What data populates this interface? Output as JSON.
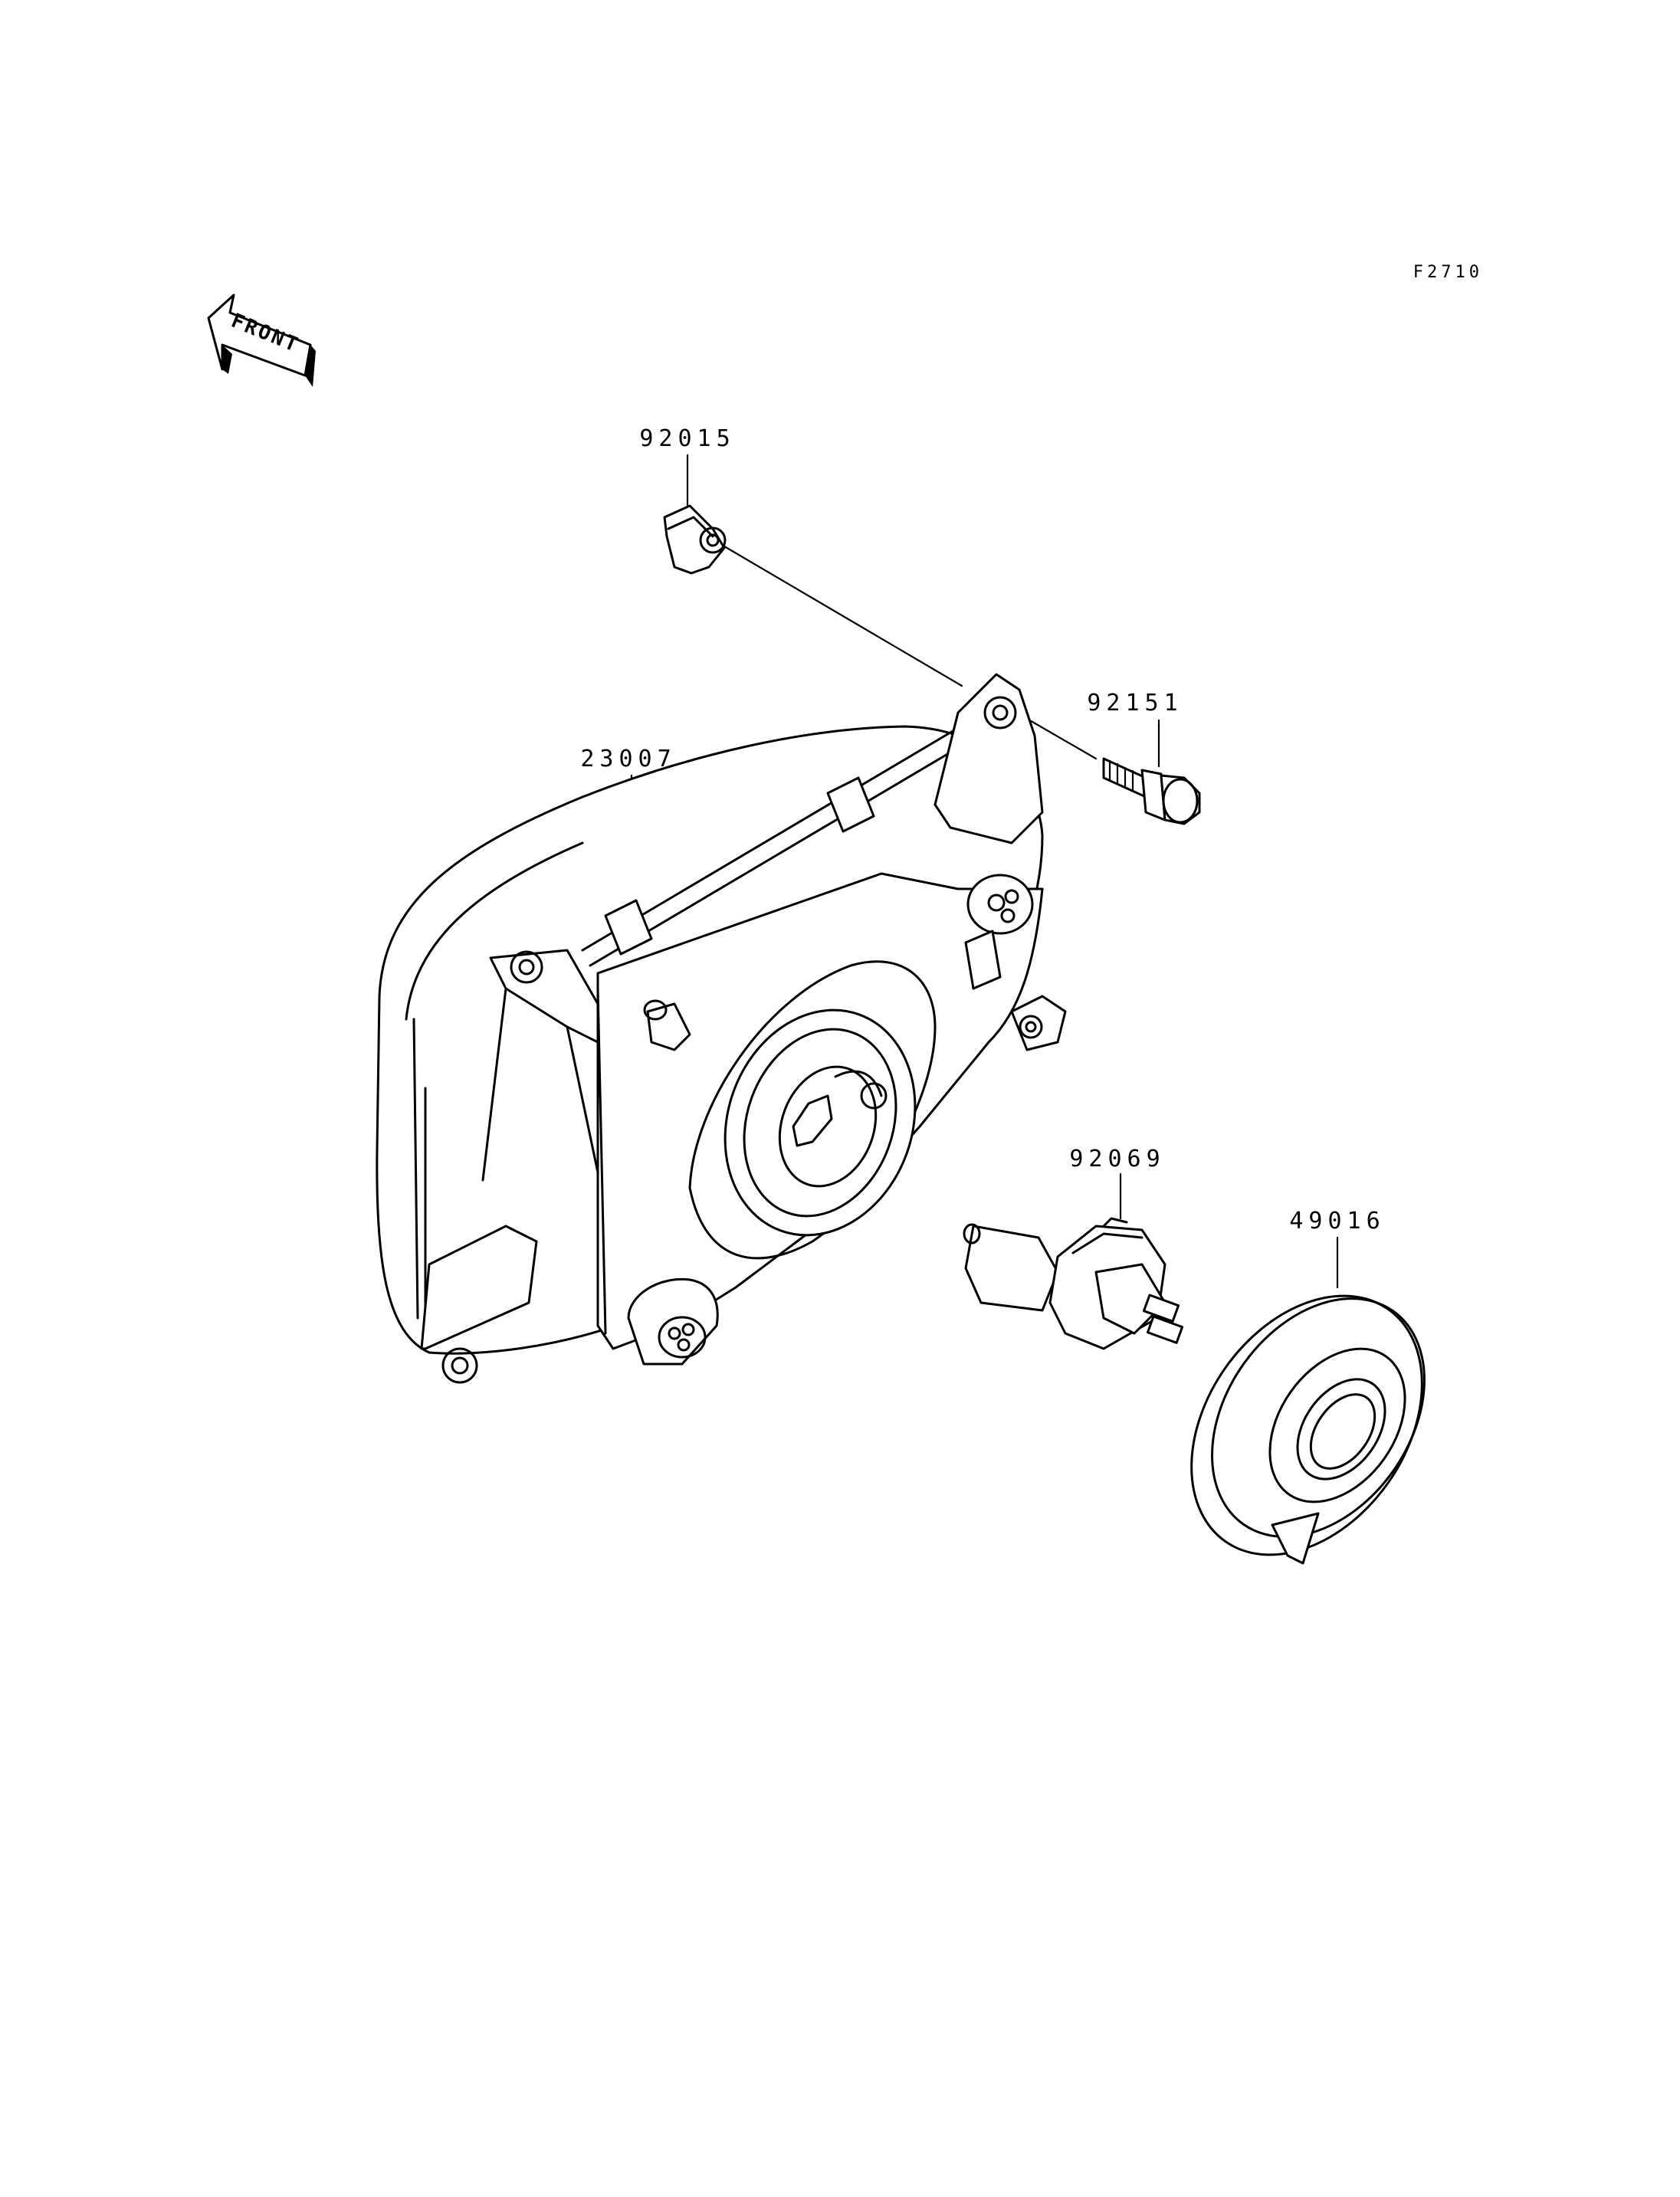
{
  "figure_code": "F2710",
  "front_arrow": {
    "text": "FRONT",
    "icon": "front-direction-arrow-icon"
  },
  "parts": [
    {
      "number": "92015",
      "name_icon": "clamp-icon"
    },
    {
      "number": "92151",
      "name_icon": "bolt-icon"
    },
    {
      "number": "23007",
      "name_icon": "headlight-assembly-icon"
    },
    {
      "number": "92069",
      "name_icon": "bulb-icon"
    },
    {
      "number": "49016",
      "name_icon": "socket-cap-icon"
    }
  ]
}
